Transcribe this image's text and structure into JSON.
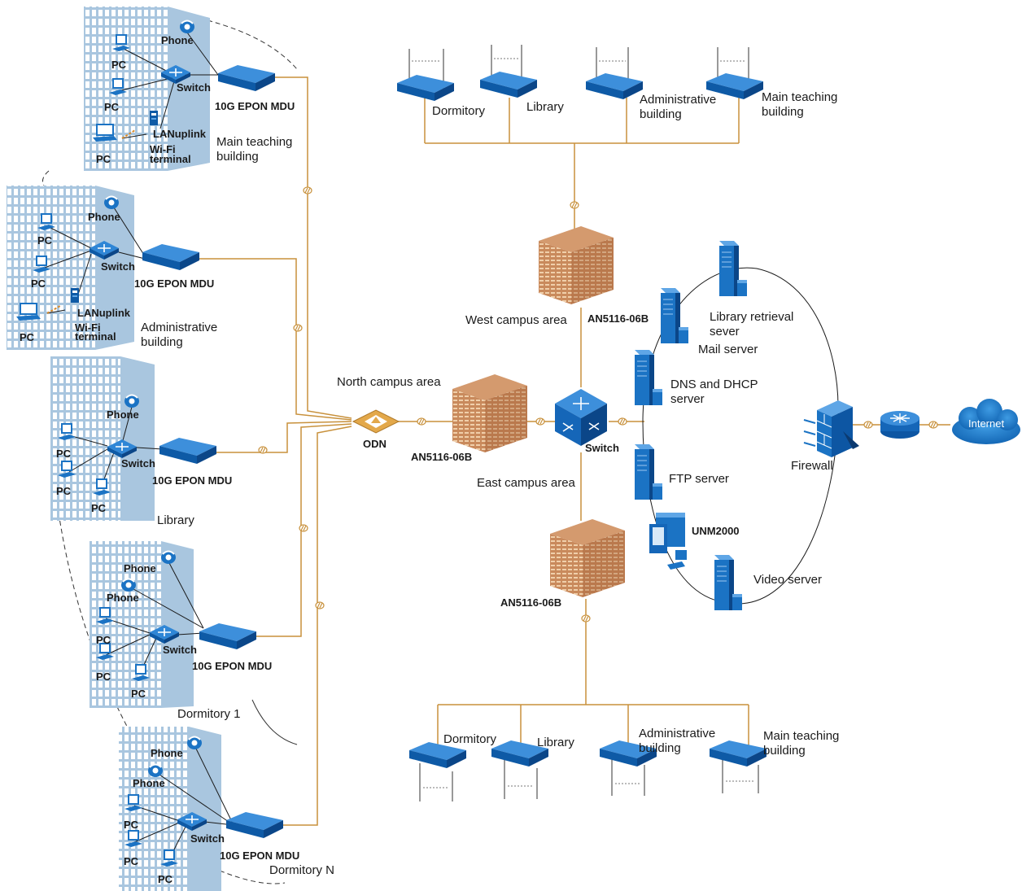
{
  "colors": {
    "fiber": "#c8913c",
    "device_blue": "#1b73c4",
    "device_dark": "#0d4f91",
    "building_light": "#bcd3e6",
    "building_dark": "#9ec0dd",
    "olt_brown": "#b86a3c",
    "black_link": "#1a1a1a"
  },
  "labels": {
    "phone": "Phone",
    "pc": "PC",
    "switch": "Switch",
    "mdu": "10G EPON MDU",
    "lan_uplink": "LANuplink",
    "wifi": "Wi-Fi",
    "terminal": "terminal",
    "odn": "ODN",
    "olt": "AN5116-06B",
    "core_switch": "Switch",
    "firewall": "Firewall",
    "internet": "Internet",
    "unm": "UNM2000"
  },
  "left_buildings": [
    {
      "name_line1": "Main teaching",
      "name_line2": "building"
    },
    {
      "name_line1": "Administrative",
      "name_line2": "building"
    },
    {
      "name_line1": "Library",
      "name_line2": ""
    },
    {
      "name_line1": "Dormitory 1",
      "name_line2": ""
    },
    {
      "name_line1": "Dormitory N",
      "name_line2": ""
    }
  ],
  "areas": {
    "north": "North campus area",
    "west": "West campus area",
    "east": "East campus area"
  },
  "top_onus": [
    {
      "line1": "Dormitory",
      "line2": ""
    },
    {
      "line1": "Library",
      "line2": ""
    },
    {
      "line1": "Administrative",
      "line2": "building"
    },
    {
      "line1": "Main teaching",
      "line2": "building"
    }
  ],
  "bottom_onus": [
    {
      "line1": "Dormitory",
      "line2": ""
    },
    {
      "line1": "Library",
      "line2": ""
    },
    {
      "line1": "Administrative",
      "line2": "building"
    },
    {
      "line1": "Main teaching",
      "line2": "building"
    }
  ],
  "servers": {
    "library_line1": "Library retrieval",
    "library_line2": "sever",
    "mail": "Mail server",
    "dns_line1": "DNS and DHCP",
    "dns_line2": "server",
    "ftp": "FTP server",
    "video": "Video server"
  }
}
